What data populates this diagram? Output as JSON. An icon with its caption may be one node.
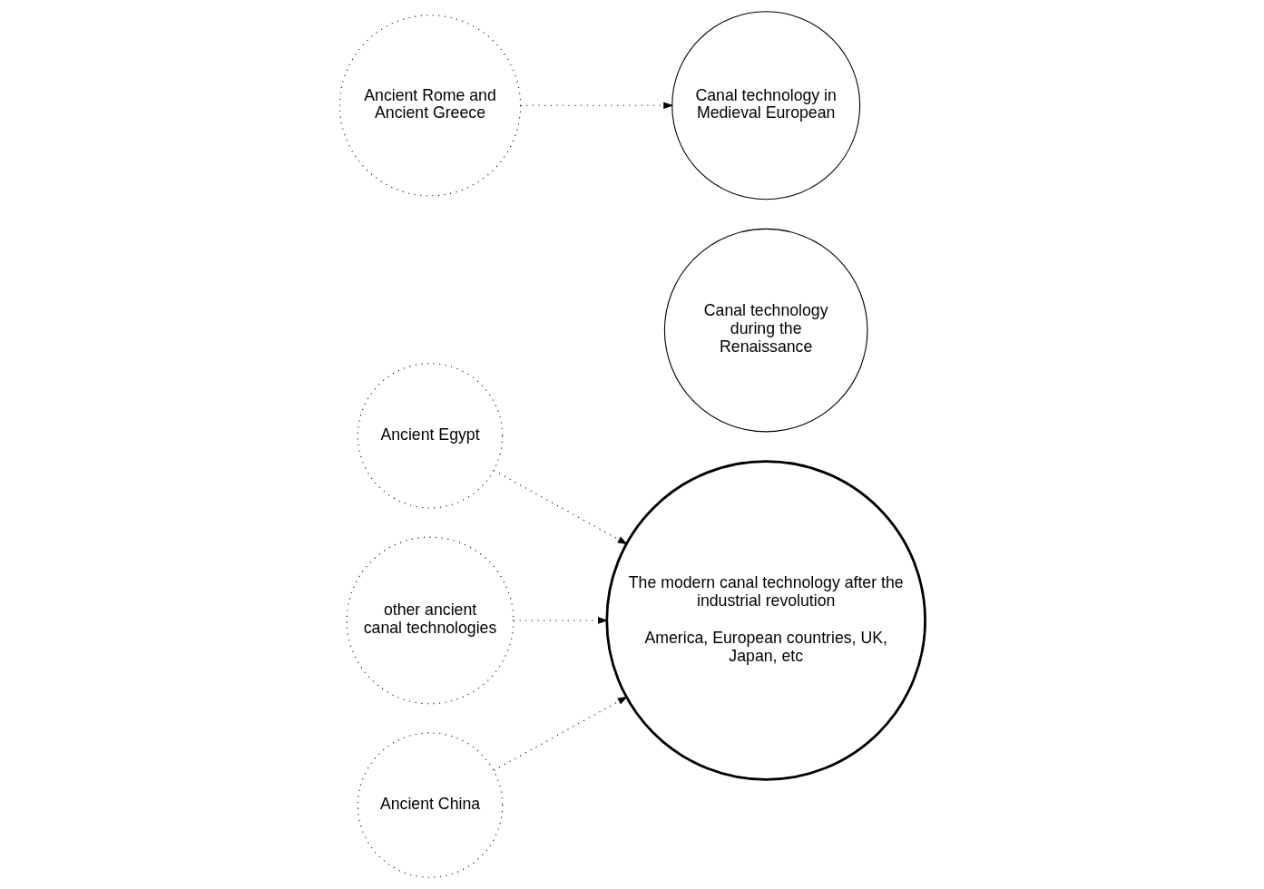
{
  "diagram": {
    "nodes": [
      {
        "text": [
          "Ancient Egypt"
        ]
      },
      {
        "text": [
          "other ancient canal technologies"
        ]
      },
      {
        "text": [
          "The modern canal technology after the industrial revolution",
          "America, European countries, UK, Japan, etc"
        ]
      },
      {
        "text": [
          "Ancient China"
        ]
      },
      {
        "text": [
          "Canal technology in Medieval European"
        ]
      },
      {
        "text": [
          "Canal technology during the Renaissance"
        ]
      },
      {
        "text": [
          "Ancient Rome and Ancient Greece"
        ]
      }
    ],
    "edges": [
      {
        "from": 0,
        "to": 2,
        "arrow": "to",
        "style": "dashed"
      },
      {
        "from": 1,
        "to": 2,
        "arrow": "to",
        "style": "dashed"
      },
      {
        "from": 3,
        "to": 2,
        "arrow": "to",
        "style": "dashed"
      },
      {
        "from": 6,
        "to": 4,
        "arrow": "to",
        "style": "dashed"
      }
    ]
  }
}
